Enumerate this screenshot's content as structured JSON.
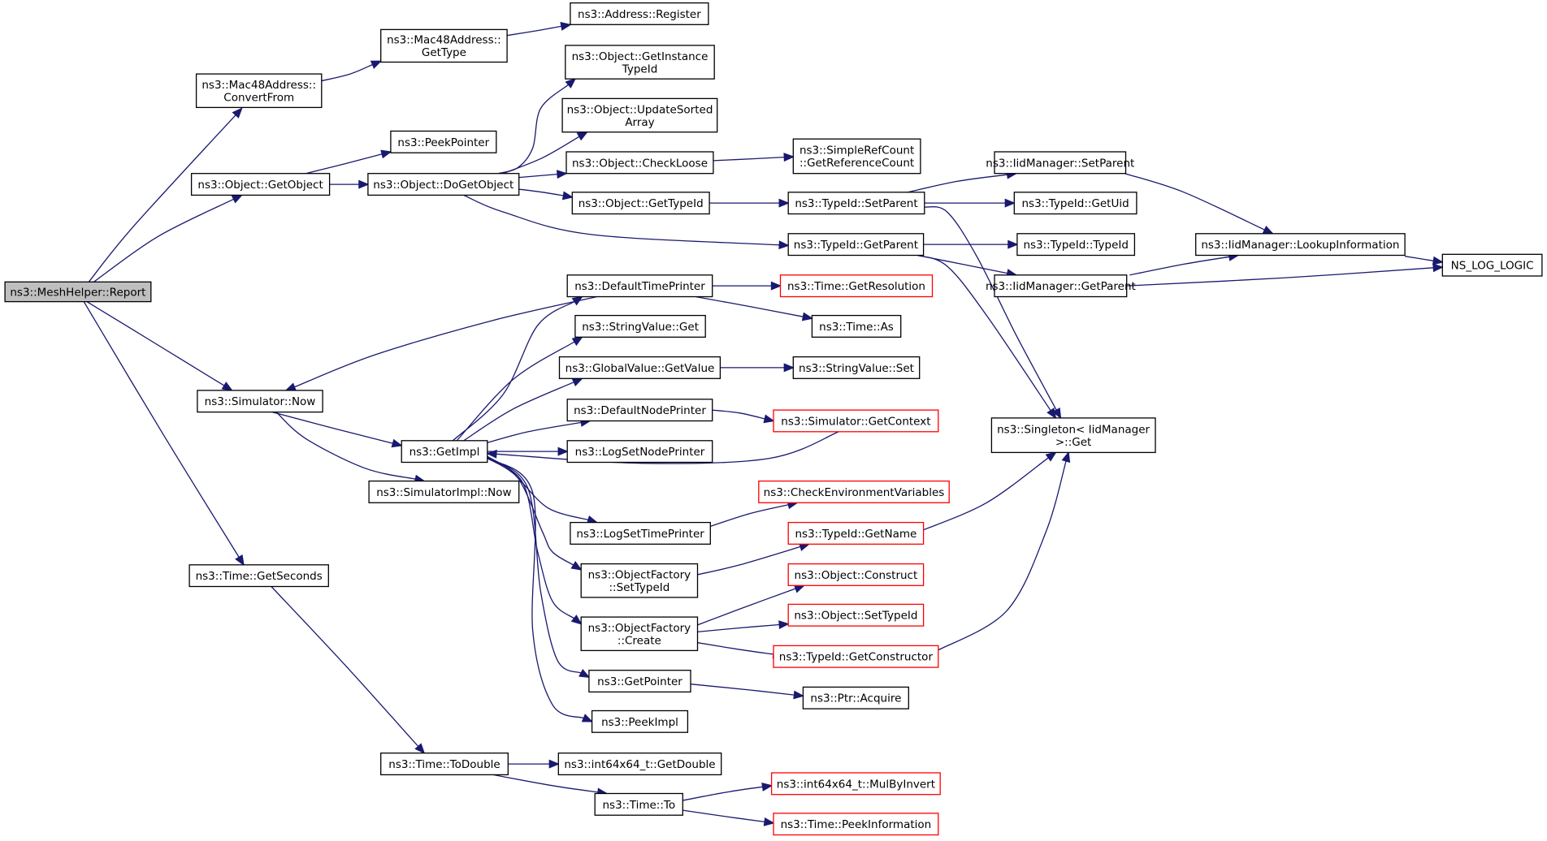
{
  "colors": {
    "edge": "#191970",
    "root_fill": "#bfbfbf",
    "node_border": "#000000",
    "truncated_border": "#ff0000"
  },
  "nodes": {
    "report": {
      "lines": [
        "ns3::MeshHelper::Report"
      ],
      "root": true
    },
    "mac_convert": {
      "lines": [
        "ns3::Mac48Address::",
        "ConvertFrom"
      ]
    },
    "mac_gettype": {
      "lines": [
        "ns3::Mac48Address::",
        "GetType"
      ]
    },
    "addr_register": {
      "lines": [
        "ns3::Address::Register"
      ]
    },
    "peekpointer": {
      "lines": [
        "ns3::PeekPointer"
      ]
    },
    "obj_getobject": {
      "lines": [
        "ns3::Object::GetObject"
      ]
    },
    "obj_dogetobject": {
      "lines": [
        "ns3::Object::DoGetObject"
      ]
    },
    "obj_getinstance": {
      "lines": [
        "ns3::Object::GetInstance",
        "TypeId"
      ]
    },
    "obj_updatesorted": {
      "lines": [
        "ns3::Object::UpdateSorted",
        "Array"
      ]
    },
    "obj_checkloose": {
      "lines": [
        "ns3::Object::CheckLoose"
      ]
    },
    "simpleref": {
      "lines": [
        "ns3::SimpleRefCount",
        "::GetReferenceCount"
      ]
    },
    "obj_gettypeid": {
      "lines": [
        "ns3::Object::GetTypeId"
      ]
    },
    "typeid_setparent": {
      "lines": [
        "ns3::TypeId::SetParent"
      ]
    },
    "iid_setparent": {
      "lines": [
        "ns3::IidManager::SetParent"
      ]
    },
    "typeid_getuid": {
      "lines": [
        "ns3::TypeId::GetUid"
      ]
    },
    "typeid_getparent": {
      "lines": [
        "ns3::TypeId::GetParent"
      ]
    },
    "typeid_typeid": {
      "lines": [
        "ns3::TypeId::TypeId"
      ]
    },
    "iid_lookup": {
      "lines": [
        "ns3::IidManager::LookupInformation"
      ]
    },
    "ns_log_logic": {
      "lines": [
        "NS_LOG_LOGIC"
      ]
    },
    "iid_getparent": {
      "lines": [
        "ns3::IidManager::GetParent"
      ]
    },
    "defaulttimeprinter": {
      "lines": [
        "ns3::DefaultTimePrinter"
      ]
    },
    "time_getresolution": {
      "lines": [
        "ns3::Time::GetResolution"
      ],
      "truncated": true
    },
    "time_as": {
      "lines": [
        "ns3::Time::As"
      ]
    },
    "stringvalue_get": {
      "lines": [
        "ns3::StringValue::Get"
      ]
    },
    "globalvalue_getvalue": {
      "lines": [
        "ns3::GlobalValue::GetValue"
      ]
    },
    "stringvalue_set": {
      "lines": [
        "ns3::StringValue::Set"
      ]
    },
    "simulator_now": {
      "lines": [
        "ns3::Simulator::Now"
      ]
    },
    "defaultnodeprinter": {
      "lines": [
        "ns3::DefaultNodePrinter"
      ]
    },
    "simulator_getcontext": {
      "lines": [
        "ns3::Simulator::GetContext"
      ],
      "truncated": true
    },
    "singleton_get": {
      "lines": [
        "ns3::Singleton< IidManager",
        " >::Get"
      ]
    },
    "getimpl": {
      "lines": [
        "ns3::GetImpl"
      ]
    },
    "logsetnodeprinter": {
      "lines": [
        "ns3::LogSetNodePrinter"
      ]
    },
    "simulatorimpl_now": {
      "lines": [
        "ns3::SimulatorImpl::Now"
      ]
    },
    "checkenv": {
      "lines": [
        "ns3::CheckEnvironmentVariables"
      ],
      "truncated": true
    },
    "logsettimeprinter": {
      "lines": [
        "ns3::LogSetTimePrinter"
      ]
    },
    "typeid_getname": {
      "lines": [
        "ns3::TypeId::GetName"
      ],
      "truncated": true
    },
    "time_getseconds": {
      "lines": [
        "ns3::Time::GetSeconds"
      ]
    },
    "objfactory_settypeid": {
      "lines": [
        "ns3::ObjectFactory",
        "::SetTypeId"
      ]
    },
    "obj_construct": {
      "lines": [
        "ns3::Object::Construct"
      ],
      "truncated": true
    },
    "obj_settypeid": {
      "lines": [
        "ns3::Object::SetTypeId"
      ],
      "truncated": true
    },
    "objfactory_create": {
      "lines": [
        "ns3::ObjectFactory",
        "::Create"
      ]
    },
    "typeid_getconstructor": {
      "lines": [
        "ns3::TypeId::GetConstructor"
      ],
      "truncated": true
    },
    "getpointer": {
      "lines": [
        "ns3::GetPointer"
      ]
    },
    "ptr_acquire": {
      "lines": [
        "ns3::Ptr::Acquire"
      ]
    },
    "peekimpl": {
      "lines": [
        "ns3::PeekImpl"
      ]
    },
    "time_todouble": {
      "lines": [
        "ns3::Time::ToDouble"
      ]
    },
    "int64_getdouble": {
      "lines": [
        "ns3::int64x64_t::GetDouble"
      ]
    },
    "int64_mulbyinvert": {
      "lines": [
        "ns3::int64x64_t::MulByInvert"
      ],
      "truncated": true
    },
    "time_to": {
      "lines": [
        "ns3::Time::To"
      ]
    },
    "time_peekinformation": {
      "lines": [
        "ns3::Time::PeekInformation"
      ],
      "truncated": true
    }
  },
  "edges": [
    [
      "report",
      "mac_convert"
    ],
    [
      "report",
      "obj_getobject"
    ],
    [
      "report",
      "simulator_now"
    ],
    [
      "report",
      "time_getseconds"
    ],
    [
      "mac_convert",
      "mac_gettype"
    ],
    [
      "mac_gettype",
      "addr_register"
    ],
    [
      "obj_getobject",
      "peekpointer"
    ],
    [
      "obj_getobject",
      "obj_dogetobject"
    ],
    [
      "obj_dogetobject",
      "obj_getinstance"
    ],
    [
      "obj_dogetobject",
      "obj_updatesorted"
    ],
    [
      "obj_dogetobject",
      "obj_checkloose"
    ],
    [
      "obj_dogetobject",
      "obj_gettypeid"
    ],
    [
      "obj_dogetobject",
      "typeid_getparent"
    ],
    [
      "obj_checkloose",
      "simpleref"
    ],
    [
      "obj_gettypeid",
      "typeid_setparent"
    ],
    [
      "typeid_setparent",
      "iid_setparent"
    ],
    [
      "typeid_setparent",
      "typeid_getuid"
    ],
    [
      "typeid_setparent",
      "singleton_get"
    ],
    [
      "iid_setparent",
      "iid_lookup"
    ],
    [
      "typeid_getparent",
      "typeid_typeid"
    ],
    [
      "typeid_getparent",
      "iid_getparent"
    ],
    [
      "typeid_getparent",
      "singleton_get"
    ],
    [
      "iid_getparent",
      "iid_lookup"
    ],
    [
      "iid_getparent",
      "ns_log_logic"
    ],
    [
      "iid_lookup",
      "ns_log_logic"
    ],
    [
      "simulator_now",
      "getimpl"
    ],
    [
      "simulator_now",
      "simulatorimpl_now"
    ],
    [
      "defaulttimeprinter",
      "simulator_now"
    ],
    [
      "defaulttimeprinter",
      "time_getresolution"
    ],
    [
      "defaulttimeprinter",
      "time_as"
    ],
    [
      "getimpl",
      "defaulttimeprinter"
    ],
    [
      "getimpl",
      "stringvalue_get"
    ],
    [
      "getimpl",
      "globalvalue_getvalue"
    ],
    [
      "getimpl",
      "defaultnodeprinter"
    ],
    [
      "getimpl",
      "logsetnodeprinter"
    ],
    [
      "getimpl",
      "logsettimeprinter"
    ],
    [
      "getimpl",
      "objfactory_settypeid"
    ],
    [
      "getimpl",
      "objfactory_create"
    ],
    [
      "getimpl",
      "getpointer"
    ],
    [
      "getimpl",
      "peekimpl"
    ],
    [
      "globalvalue_getvalue",
      "stringvalue_set"
    ],
    [
      "defaultnodeprinter",
      "simulator_getcontext"
    ],
    [
      "simulator_getcontext",
      "getimpl"
    ],
    [
      "logsettimeprinter",
      "checkenv"
    ],
    [
      "objfactory_settypeid",
      "typeid_getname"
    ],
    [
      "typeid_getname",
      "singleton_get"
    ],
    [
      "objfactory_create",
      "obj_construct"
    ],
    [
      "objfactory_create",
      "obj_settypeid"
    ],
    [
      "objfactory_create",
      "typeid_getconstructor"
    ],
    [
      "typeid_getconstructor",
      "singleton_get"
    ],
    [
      "getpointer",
      "ptr_acquire"
    ],
    [
      "time_getseconds",
      "time_todouble"
    ],
    [
      "time_todouble",
      "int64_getdouble"
    ],
    [
      "time_todouble",
      "time_to"
    ],
    [
      "time_to",
      "int64_mulbyinvert"
    ],
    [
      "time_to",
      "time_peekinformation"
    ]
  ]
}
